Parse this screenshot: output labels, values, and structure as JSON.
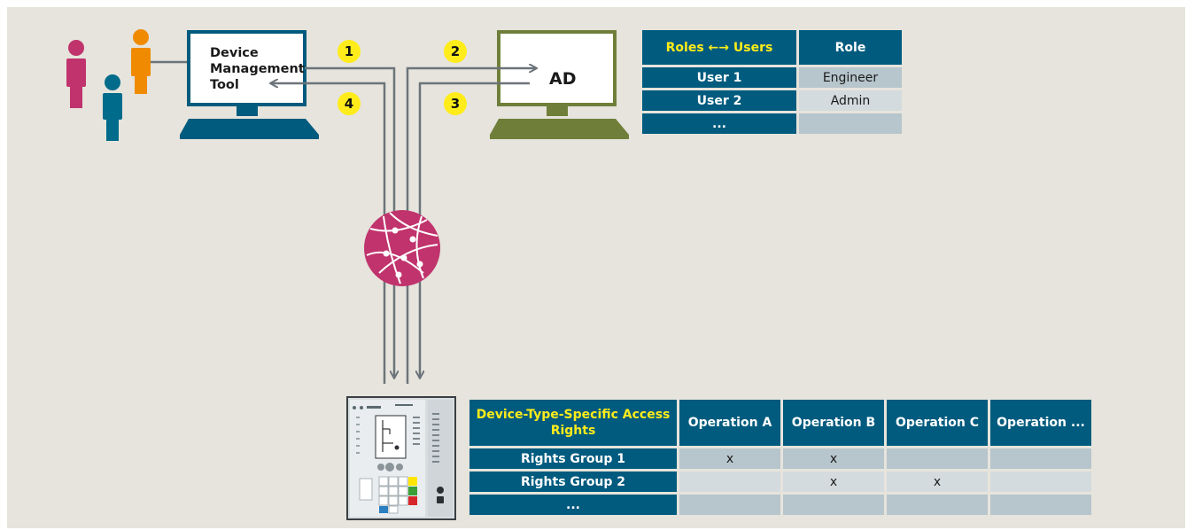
{
  "tool": {
    "label_lines": [
      "Device",
      "Management",
      "Tool"
    ]
  },
  "server": {
    "label": "AD"
  },
  "steps": [
    "1",
    "2",
    "3",
    "4"
  ],
  "roles_table": {
    "headers": [
      "Roles ←→ Users",
      "Role"
    ],
    "rows": [
      {
        "user": "User 1",
        "role": "Engineer"
      },
      {
        "user": "User 2",
        "role": "Admin"
      },
      {
        "user": "...",
        "role": ""
      }
    ]
  },
  "rights_table": {
    "headers": [
      "Device-Type-Specific Access Rights",
      "Operation A",
      "Operation B",
      "Operation C",
      "Operation ..."
    ],
    "rows": [
      {
        "group": "Rights Group 1",
        "cells": [
          "x",
          "x",
          "",
          ""
        ]
      },
      {
        "group": "Rights Group 2",
        "cells": [
          "",
          "x",
          "x",
          ""
        ]
      },
      {
        "group": "...",
        "cells": [
          "",
          "",
          "",
          ""
        ]
      }
    ]
  },
  "colors": {
    "background": "#e6e4dc",
    "tool_monitor": "#005b7e",
    "ad_monitor": "#6f7f3a",
    "network_globe": "#c0336d",
    "connection_lines": "#6b747a",
    "step_badge": "#ffec1a",
    "table_header": "#005b7e",
    "person_magenta": "#c0336d",
    "person_orange": "#f08a00",
    "person_blue": "#006b8a"
  },
  "icons": [
    "person-icon",
    "monitor-icon",
    "network-globe-icon",
    "protection-device-icon"
  ]
}
